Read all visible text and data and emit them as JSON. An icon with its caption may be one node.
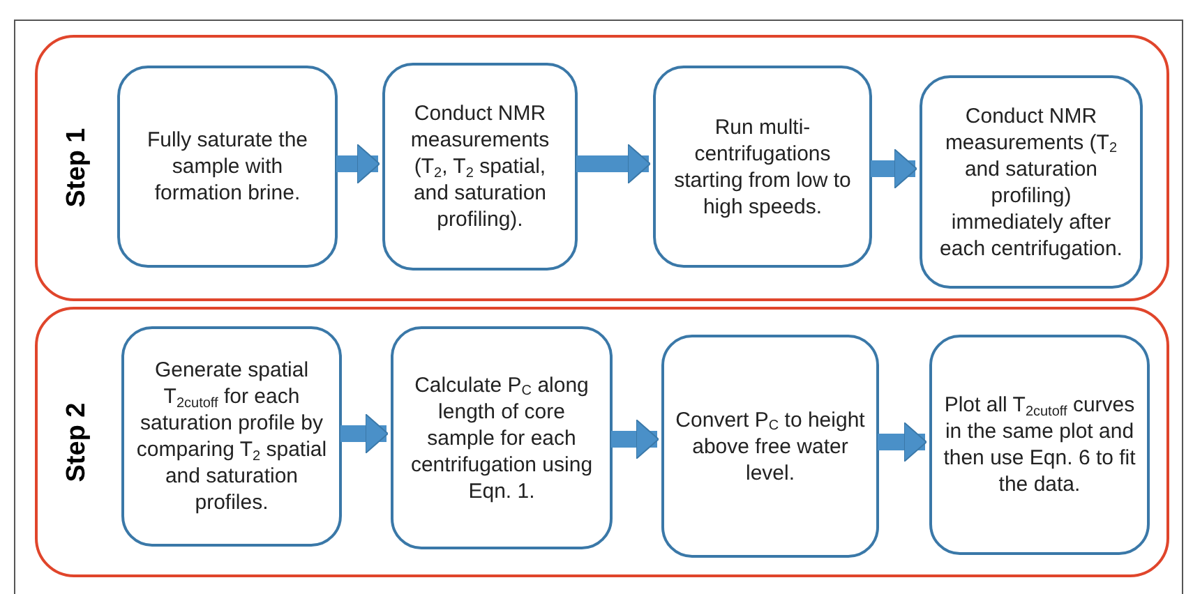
{
  "diagram": {
    "nodes": [
      {
        "text": [
          "Step 1"
        ]
      },
      {
        "text": [
          "Fully saturate the sample with formation brine."
        ],
        "in": 0
      },
      {
        "text": [
          "Conduct NMR measurements (T$_{2}$, T$_{2}$ spatial, and saturation profiling)."
        ],
        "in": 0
      },
      {
        "text": [
          "Run multi-centrifugations starting from low to high speeds."
        ],
        "in": 0
      },
      {
        "text": [
          "Conduct NMR measurements (T$_{2}$ and saturation profiling) immediately after each centrifugation."
        ],
        "in": 0
      },
      {
        "text": [
          "Step 2"
        ]
      },
      {
        "text": [
          "Generate spatial T$_{2cutoff}$ for each saturation profile by comparing T$_{2}$ spatial and saturation profiles."
        ],
        "in": 5
      },
      {
        "text": [
          "Calculate P$_{C}$ along length of core sample for each centrifugation using Eqn. 1."
        ],
        "in": 5
      },
      {
        "text": [
          "Convert P$_{C}$ to height above free water level."
        ],
        "in": 5
      },
      {
        "text": [
          "Plot all T$_{2cutoff}$ curves in the same plot and then use Eqn. 6 to fit the data."
        ],
        "in": 5
      }
    ],
    "edges": [
      {
        "from": 1,
        "to": 2,
        "arrow": "to"
      },
      {
        "from": 2,
        "to": 3,
        "arrow": "to"
      },
      {
        "from": 3,
        "to": 4,
        "arrow": "to"
      },
      {
        "from": 6,
        "to": 7,
        "arrow": "to"
      },
      {
        "from": 7,
        "to": 8,
        "arrow": "to"
      },
      {
        "from": 8,
        "to": 9,
        "arrow": "to"
      }
    ]
  }
}
